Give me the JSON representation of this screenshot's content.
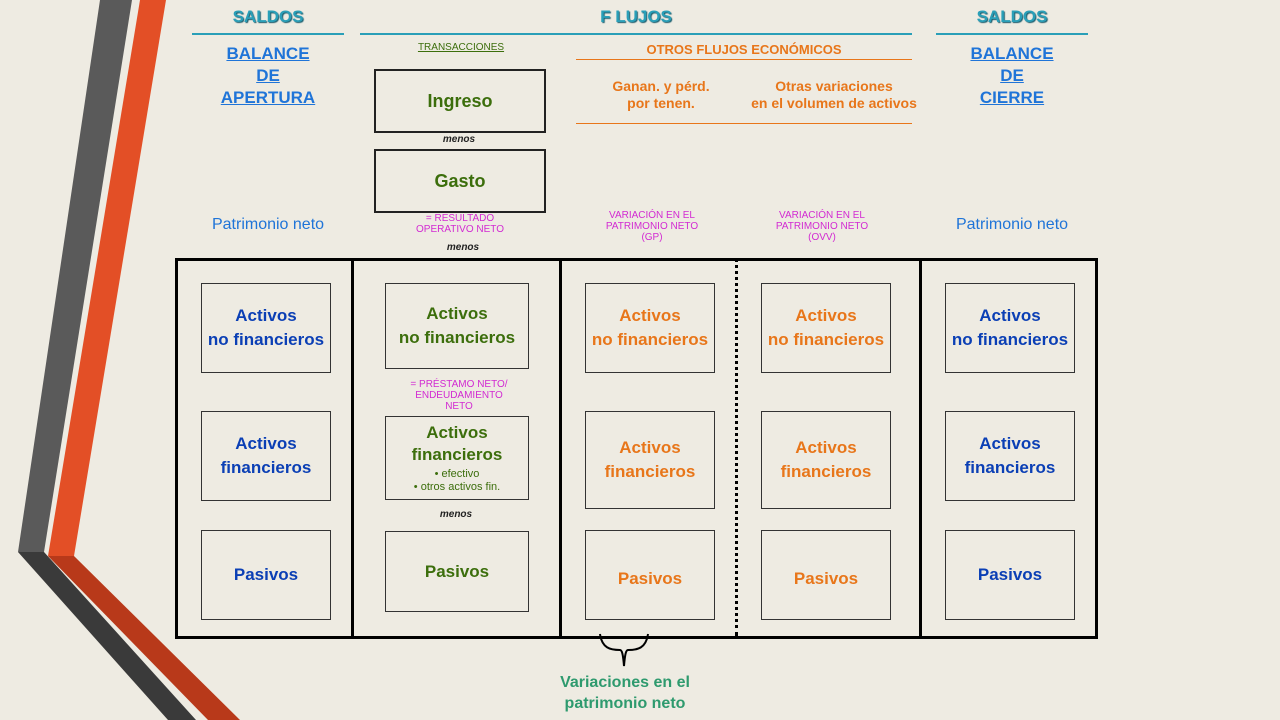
{
  "headers": {
    "saldos_left": "SALDOS",
    "flujos": "F LUJOS",
    "saldos_right": "SALDOS"
  },
  "balance_apertura": [
    "BALANCE",
    "DE",
    "APERTURA"
  ],
  "balance_cierre": [
    "BALANCE",
    "DE",
    "CIERRE"
  ],
  "transacciones": "TRANSACCIONES",
  "otros_flujos": "OTROS FLUJOS ECONÓMICOS",
  "ganan": [
    "Ganan. y pérd.",
    "por tenen."
  ],
  "otras_var": [
    "Otras variaciones",
    "en el volumen de activos"
  ],
  "ingreso": "Ingreso",
  "gasto": "Gasto",
  "menos": "menos",
  "resultado": [
    "= RESULTADO",
    "OPERATIVO NETO"
  ],
  "var_gp": [
    "VARIACIÓN EN EL",
    "PATRIMONIO NETO",
    "(GP)"
  ],
  "var_ovv": [
    "VARIACIÓN EN EL",
    "PATRIMONIO NETO",
    "(OVV)"
  ],
  "patrimonio_neto": "Patrimonio neto",
  "prestamo": [
    "= PRÉSTAMO NETO/",
    "ENDEUDAMIENTO",
    "NETO"
  ],
  "activos_nf": [
    "Activos",
    "no financieros"
  ],
  "activos_f": [
    "Activos",
    "financieros"
  ],
  "pasivos": "Pasivos",
  "bullets": [
    "efectivo",
    "otros activos fin."
  ],
  "variaciones": [
    "Variaciones en el",
    "patrimonio neto"
  ],
  "colors": {
    "teal": "#2a9fb8",
    "blue": "#0b3fb5",
    "green": "#3c6e0c",
    "orange": "#e8761a",
    "magenta": "#d22ad2"
  }
}
